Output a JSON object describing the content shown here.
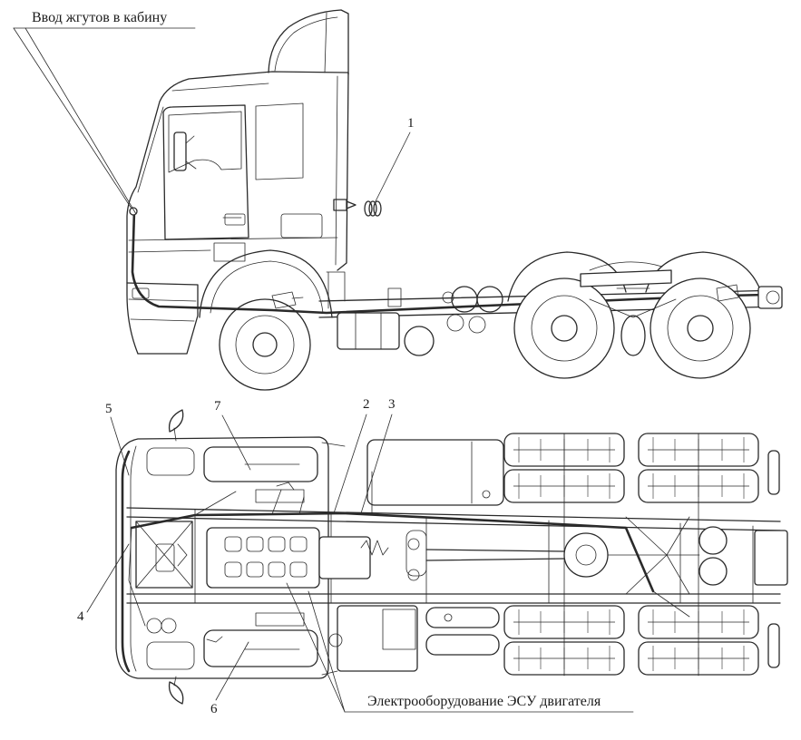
{
  "figure": {
    "side_view": {
      "harness_entry_label": "Ввод жгутов в кабину",
      "callout_1": "1"
    },
    "top_view": {
      "callout_2": "2",
      "callout_3": "3",
      "callout_4": "4",
      "callout_5": "5",
      "callout_6": "6",
      "callout_7": "7",
      "engine_ecu_label": "Электрооборудование ЭСУ двигателя"
    }
  },
  "colors": {
    "line": "#2a2a2a",
    "background": "#ffffff"
  }
}
